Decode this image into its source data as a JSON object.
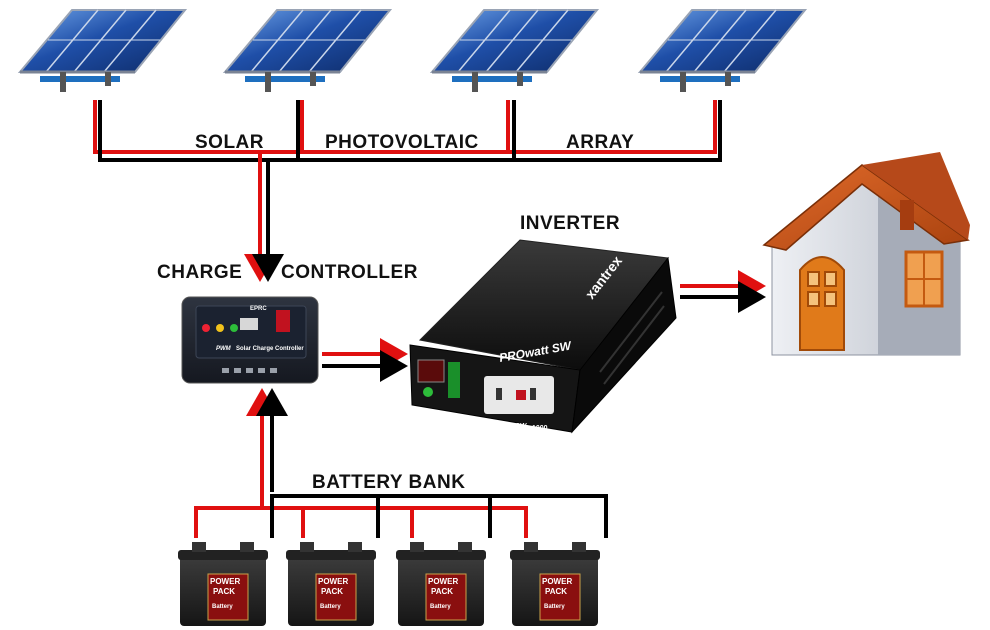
{
  "labels": {
    "solar": "SOLAR",
    "photovoltaic": "PHOTOVOLTAIC",
    "array": "ARRAY",
    "charge": "CHARGE",
    "controller": "CONTROLLER",
    "inverter": "INVERTER",
    "battery_bank": "BATTERY BANK"
  },
  "controller_text": {
    "model": "EPRC",
    "name": "Solar Charge Controller",
    "pwm": "PWM"
  },
  "inverter_text": {
    "brand": "xantrex",
    "product": "PROwatt SW",
    "product_small": "PROwatt SW",
    "rating": "1000"
  },
  "battery_text": {
    "line1": "POWER",
    "line2": "PACK",
    "line3": "Battery"
  },
  "colors": {
    "wire_positive": "#e01010",
    "wire_negative": "#000000",
    "panel_blue": "#1f4fa8",
    "roof": "#c8541c",
    "wall": "#d9dde4",
    "door": "#e07a1a",
    "battery_body": "#2a2a2a",
    "battery_label": "#8a0f0f"
  }
}
